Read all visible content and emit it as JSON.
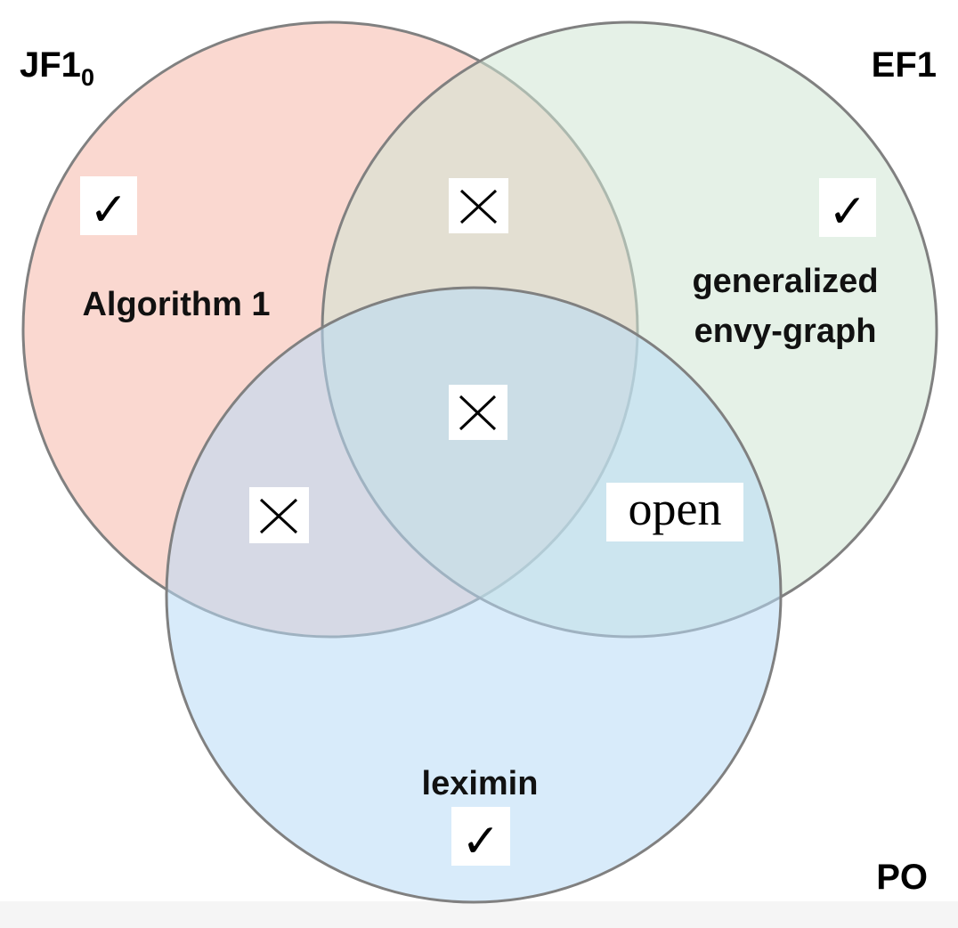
{
  "sets": {
    "jf1": {
      "label_main": "JF1",
      "label_sub": "0",
      "color": "#f4a190"
    },
    "ef1": {
      "label": "EF1",
      "color": "#cfe6d4"
    },
    "po": {
      "label": "PO",
      "color": "#b8daf5"
    }
  },
  "regions": {
    "jf1_only": {
      "mark": "✓",
      "mark_icon": "check-icon",
      "text": "Algorithm 1"
    },
    "ef1_only": {
      "mark": "✓",
      "mark_icon": "check-icon",
      "text_line1": "generalized",
      "text_line2": "envy-graph"
    },
    "po_only": {
      "mark": "✓",
      "mark_icon": "check-icon",
      "text": "leximin"
    },
    "jf1_ef1": {
      "mark_icon": "cross-icon"
    },
    "jf1_ef1_po": {
      "mark_icon": "cross-icon"
    },
    "jf1_po": {
      "mark_icon": "cross-icon"
    },
    "ef1_po": {
      "text": "open"
    }
  },
  "circle_outline_color": "#808080"
}
